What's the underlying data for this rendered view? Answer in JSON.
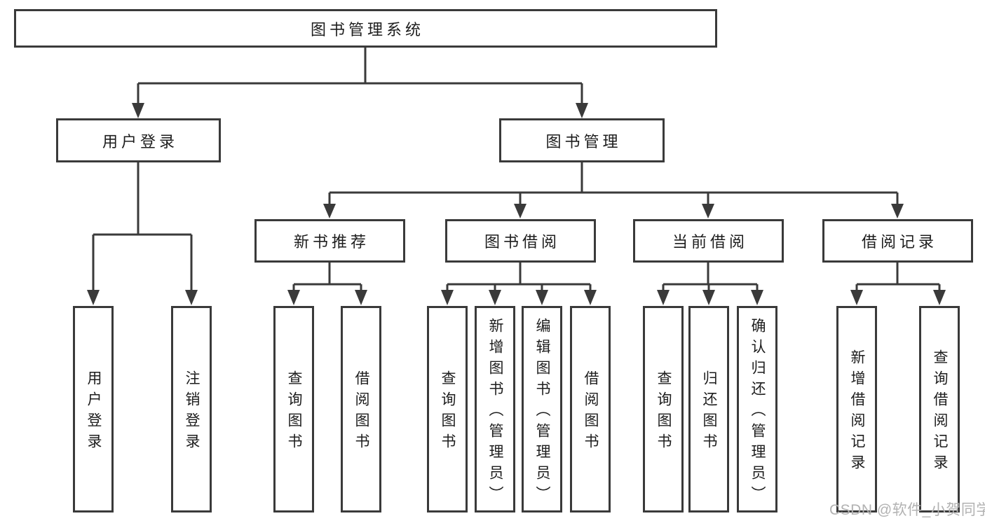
{
  "diagram": {
    "tree": {
      "label": "图书管理系统",
      "children": [
        {
          "label": "用户登录",
          "children": [
            {
              "label": "用户登录"
            },
            {
              "label": "注销登录"
            }
          ]
        },
        {
          "label": "图书管理",
          "children": [
            {
              "label": "新书推荐",
              "children": [
                {
                  "label": "查询图书"
                },
                {
                  "label": "借阅图书"
                }
              ]
            },
            {
              "label": "图书借阅",
              "children": [
                {
                  "label": "查询图书"
                },
                {
                  "label": "新增图书（管理员）"
                },
                {
                  "label": "编辑图书（管理员）"
                },
                {
                  "label": "借阅图书"
                }
              ]
            },
            {
              "label": "当前借阅",
              "children": [
                {
                  "label": "查询图书"
                },
                {
                  "label": "归还图书"
                },
                {
                  "label": "确认归还（管理员）"
                }
              ]
            },
            {
              "label": "借阅记录",
              "children": [
                {
                  "label": "新增借阅记录"
                },
                {
                  "label": "查询借阅记录"
                }
              ]
            }
          ]
        }
      ]
    },
    "colors": {
      "line": "#3a3a3a",
      "box_border": "#3a3a3a",
      "box_fill": "#ffffff",
      "text": "#1d1d1d",
      "watermark": "#b2b2b2",
      "background": "#ffffff"
    }
  },
  "watermark": {
    "text": "CSDN @软件_小贺同学"
  }
}
